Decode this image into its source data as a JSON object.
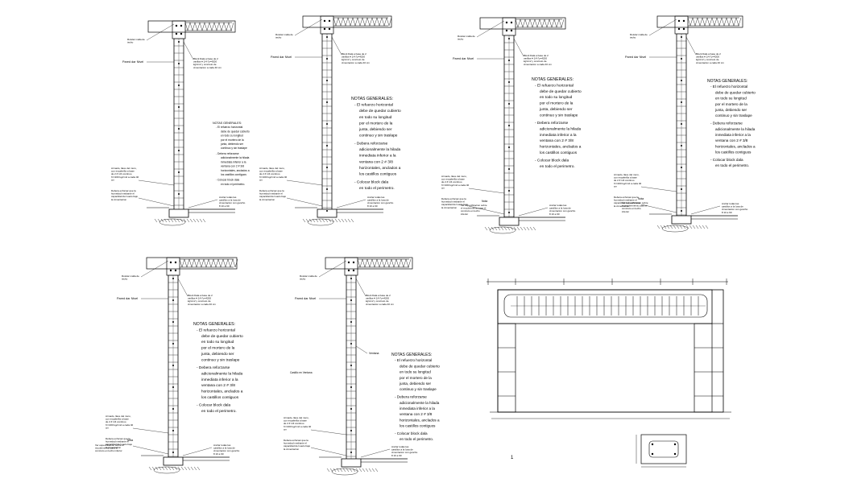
{
  "common": {
    "pared_nivel": "Pared dar Nivel",
    "notas_title": "NOTAS GENERALES:",
    "nota1": [
      "- El refuerzo horizontal",
      "debe de quedar cubierto",
      "en todo su longitud",
      "por el mortero de la",
      "junta, debiendo ser",
      "continuo y sin traslape"
    ],
    "nota2": [
      "- Debera reforzarse",
      "adicionalmente la hilada",
      "inmediata inferior a la",
      "ventana con 2 # 3/8",
      "horizontales, anclados a",
      "los castillos contiguos"
    ],
    "nota3": [
      "- Colocar block dala",
      "en todo el perimetro."
    ],
    "mortar": "Debera enforsar que la humedad mediante el capacidad del suelo bajo la cimentacion",
    "anclar": "Anclar todas las castillos a la losa de cimentacion con gancho 8 10 a 90",
    "armado_dala": "Armado, llave del muro, con escalerilla a base de 2 # 1/4 continuo f'c=200 kg/cm2 a cada 40 cm",
    "block_dala": "Block Dala a base de 2 varillas # 1/4 f'y=4200 kg/cm2 y concreto de cimentacion a cada 40 cm",
    "rotular": "Rotular malla de techo",
    "nota_label": "Nota",
    "ver_esp": "Ver especificacion sobre el recubrimiento para el concreto en lecho inferior",
    "ventana": "Ventana",
    "castillo_ventana": "Castillo en Ventana",
    "page_no": "1"
  }
}
